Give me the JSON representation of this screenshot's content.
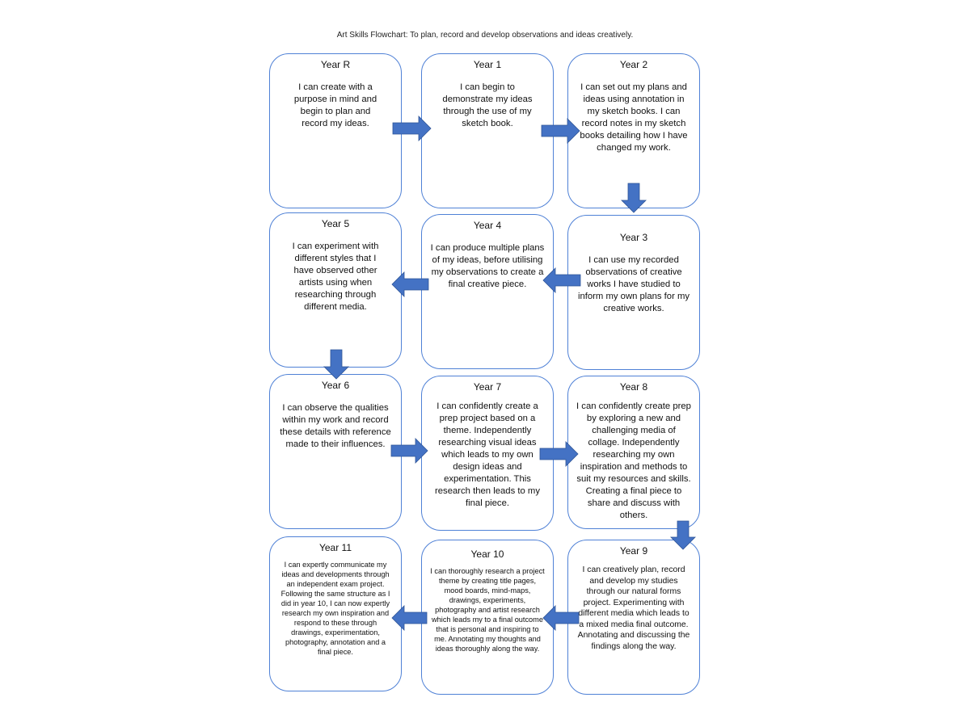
{
  "title": "Art Skills Flowchart: To plan, record and develop observations and ideas creatively.",
  "accent_color": "#4472c4",
  "box_border_color": "#4f81d6",
  "boxes": [
    {
      "year": "Year R",
      "text": "I can create with a purpose in mind and begin to plan and record my ideas."
    },
    {
      "year": "Year 1",
      "text": "I can begin to demonstrate my ideas through the use of my sketch book."
    },
    {
      "year": "Year 2",
      "text": "I can set out my plans and ideas using annotation in my sketch books. I can record notes in my sketch books detailing how I have changed my work."
    },
    {
      "year": "Year 3",
      "text": "I can use my recorded observations of creative works I have studied to inform my own plans for my creative works."
    },
    {
      "year": "Year 4",
      "text": "I can produce multiple plans of my ideas, before utilising my observations to create a final creative piece."
    },
    {
      "year": "Year 5",
      "text": "I can experiment with different styles that I have observed other artists using when researching through different media."
    },
    {
      "year": "Year 6",
      "text": "I can observe the qualities within my work and record these details with reference made to their influences."
    },
    {
      "year": "Year 7",
      "text": "I can confidently create a prep project based on a theme. Independently researching visual ideas which leads to my own design ideas and experimentation. This research then leads to my final piece."
    },
    {
      "year": "Year 8",
      "text": "I can confidently create prep by exploring a new and challenging media of collage. Independently researching my own inspiration and methods to suit my resources and skills. Creating a final piece to share and discuss with others."
    },
    {
      "year": "Year 9",
      "text": "I can creatively plan, record and develop my studies through our natural forms project. Experimenting with different media which leads to a mixed media final outcome. Annotating and discussing the findings along the way."
    },
    {
      "year": "Year 10",
      "text": "I can thoroughly research a project theme by creating title pages, mood boards, mind-maps, drawings, experiments, photography and artist research which leads my to a final outcome that is personal and inspiring to me. Annotating my thoughts and ideas thoroughly along the way."
    },
    {
      "year": "Year 11",
      "text": "I can expertly communicate my ideas and developments through an independent exam project. Following the same structure as I did in year 10, I can now expertly research my own inspiration and respond to these through drawings, experimentation, photography, annotation and a final piece."
    }
  ]
}
